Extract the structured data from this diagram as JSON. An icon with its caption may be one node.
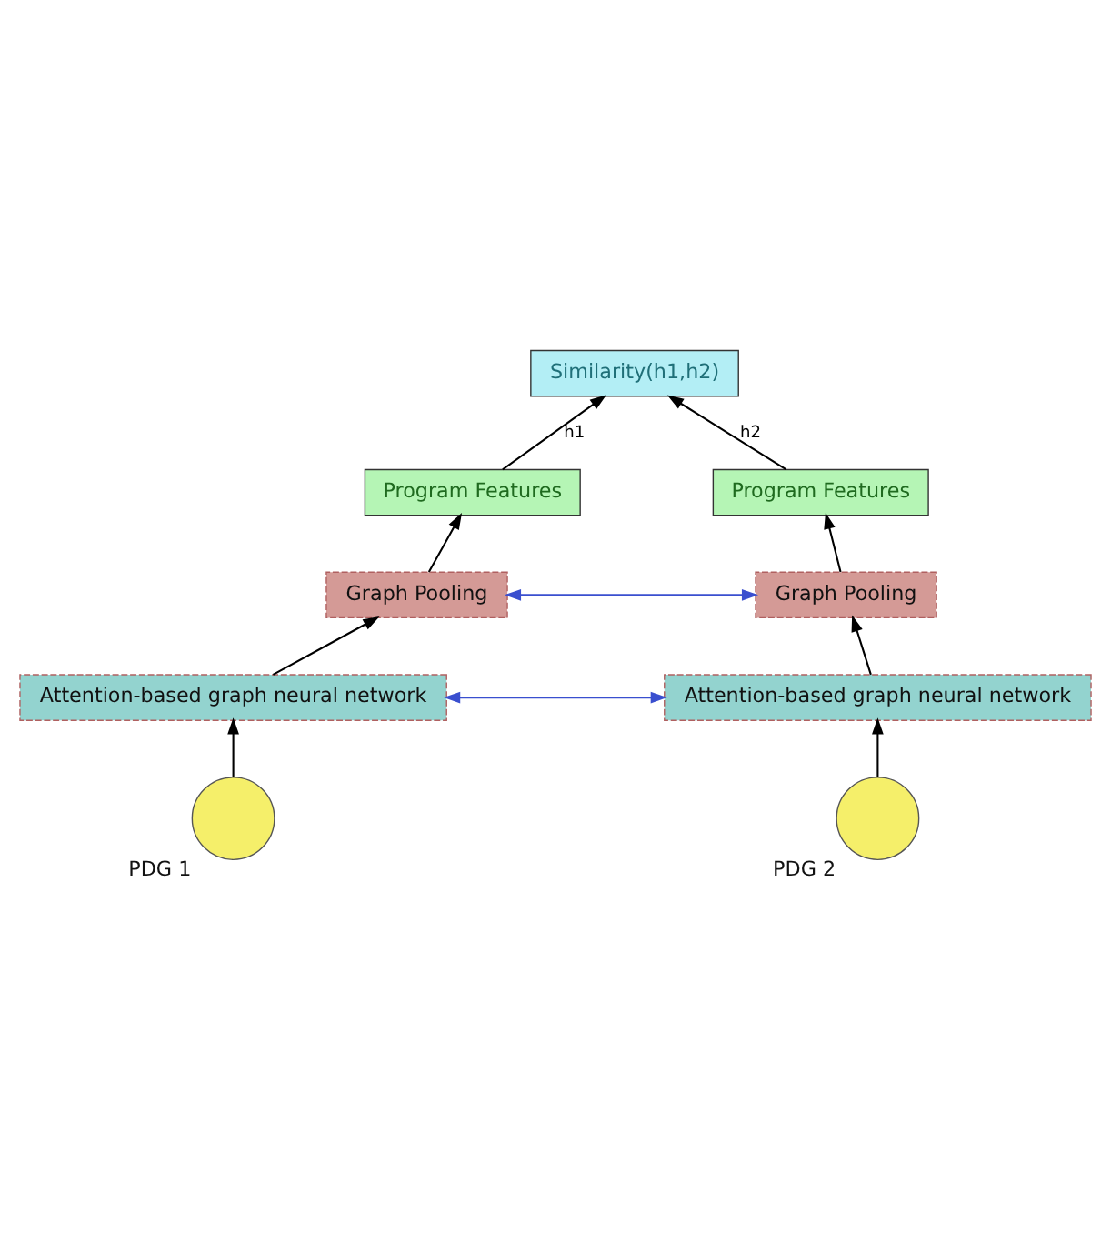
{
  "diagram": {
    "nodes": [
      {
        "text": [
          "Similarity(h1,h2)"
        ]
      },
      {
        "text": [
          "Program Features"
        ]
      },
      {
        "text": [
          "Program Features"
        ]
      },
      {
        "text": [
          "Graph Pooling"
        ]
      },
      {
        "text": [
          "Graph Pooling"
        ]
      },
      {
        "text": [
          "Attention-based graph neural network"
        ]
      },
      {
        "text": [
          "Attention-based graph neural network"
        ]
      },
      {
        "text": [],
        "shape": "graph",
        "beside": [
          "PDG 1"
        ]
      },
      {
        "text": [],
        "shape": "graph",
        "beside": [
          "PDG 2"
        ]
      }
    ],
    "edges": [
      {
        "from": 1,
        "to": 0,
        "arrow": "to",
        "label": "h1"
      },
      {
        "from": 2,
        "to": 0,
        "arrow": "to",
        "label": "h2"
      },
      {
        "from": 3,
        "to": 1,
        "arrow": "to"
      },
      {
        "from": 4,
        "to": 2,
        "arrow": "to"
      },
      {
        "from": 3,
        "to": 4,
        "arrow": "both",
        "color": "#3a4fcf"
      },
      {
        "from": 5,
        "to": 3,
        "arrow": "to"
      },
      {
        "from": 6,
        "to": 4,
        "arrow": "to"
      },
      {
        "from": 5,
        "to": 6,
        "arrow": "both",
        "color": "#3a4fcf"
      },
      {
        "from": 7,
        "to": 5,
        "arrow": "to"
      },
      {
        "from": 8,
        "to": 6,
        "arrow": "to"
      }
    ]
  }
}
